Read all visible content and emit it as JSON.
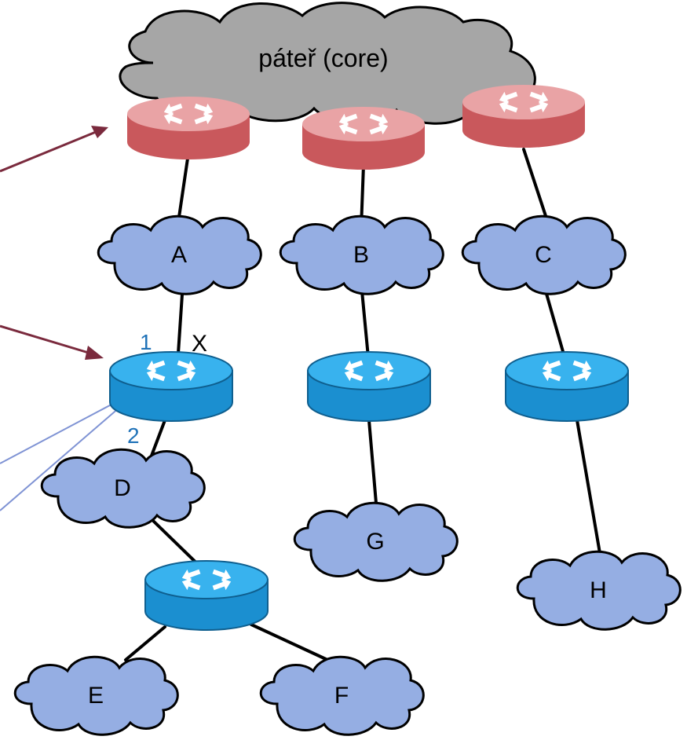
{
  "core": {
    "label": "páteř (core)"
  },
  "networks": [
    {
      "id": "A",
      "label": "A"
    },
    {
      "id": "B",
      "label": "B"
    },
    {
      "id": "C",
      "label": "C"
    },
    {
      "id": "D",
      "label": "D"
    },
    {
      "id": "E",
      "label": "E"
    },
    {
      "id": "F",
      "label": "F"
    },
    {
      "id": "G",
      "label": "G"
    },
    {
      "id": "H",
      "label": "H"
    }
  ],
  "ports": {
    "p1": "1",
    "p2": "2"
  },
  "marker": {
    "x": "X"
  },
  "routers": {
    "core_count": 3,
    "edge_count": 4
  },
  "colors": {
    "core_router": "#c9585c",
    "core_router_top": "#e9a3a5",
    "edge_router": "#1b8fd0",
    "edge_router_top": "#38b2ee",
    "network_cloud": "#95aee3",
    "core_cloud": "#a6a6a6",
    "port_label": "#1f72b8",
    "pointer_arrow": "#7a2a3d",
    "pointer_line": "#7f93d4"
  }
}
